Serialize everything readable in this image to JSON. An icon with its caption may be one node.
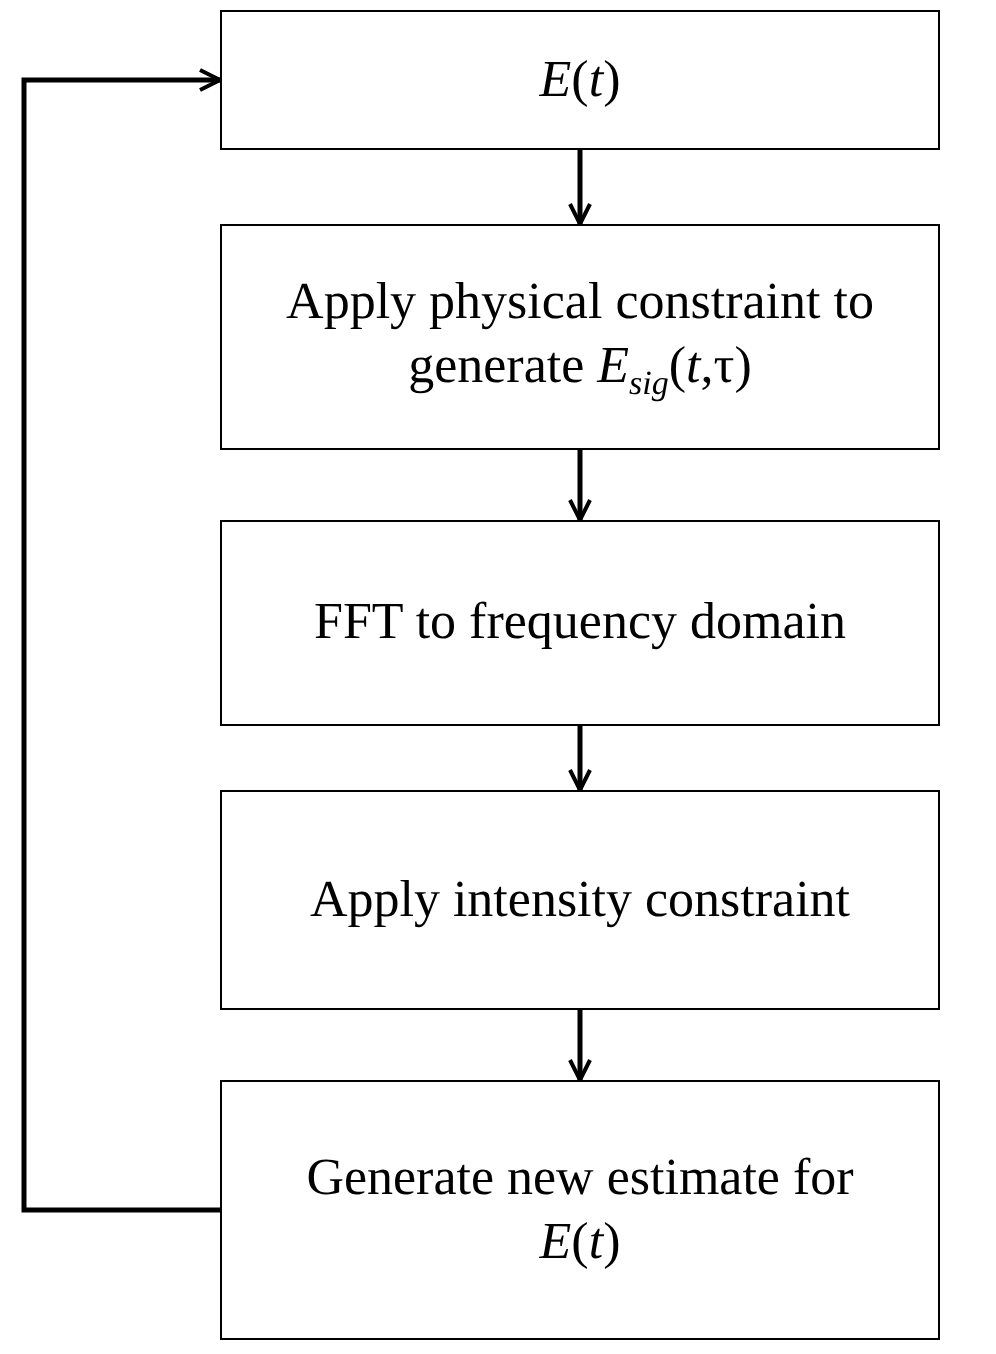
{
  "diagram": {
    "nodes": [
      {
        "text": [
          "*E*(*t*)"
        ]
      },
      {
        "text": [
          "Apply physical constraint to generate *E*$_{sig}$(*t*,τ)"
        ]
      },
      {
        "text": [
          "FFT to frequency domain"
        ]
      },
      {
        "text": [
          "Apply intensity constraint"
        ]
      },
      {
        "text": [
          "Generate new estimate for *E*(*t*)"
        ]
      }
    ],
    "edges": [
      {
        "from": 0,
        "to": 1,
        "arrow": "to"
      },
      {
        "from": 1,
        "to": 2,
        "arrow": "to"
      },
      {
        "from": 2,
        "to": 3,
        "arrow": "to"
      },
      {
        "from": 3,
        "to": 4,
        "arrow": "to"
      },
      {
        "from": 4,
        "to": 0,
        "arrow": "to"
      }
    ]
  }
}
